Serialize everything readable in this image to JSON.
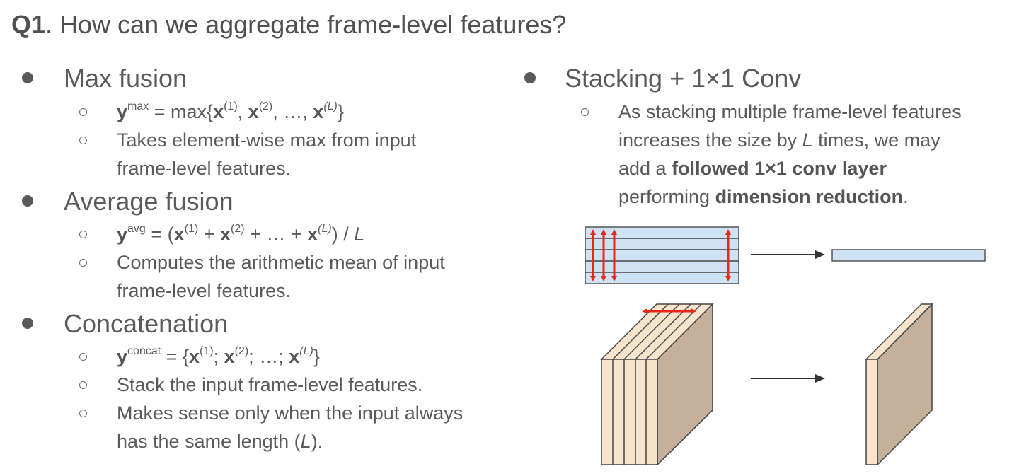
{
  "title": {
    "prefix": "Q1",
    "text": ". How can we aggregate frame-level features?"
  },
  "left": {
    "max_fusion": {
      "heading": "Max fusion",
      "formula": {
        "y": "y",
        "sup": "max",
        "eq": " = max{",
        "x": "x",
        "s1": "(1)",
        "s2": "(2)",
        "sL": "(L)",
        "sep": ", ",
        "dots": "…, ",
        "end": "}"
      },
      "desc_line1": "Takes element-wise max from input",
      "desc_line2": "frame-level features."
    },
    "average_fusion": {
      "heading": "Average fusion",
      "formula": {
        "y": "y",
        "sup": "avg",
        "eq": " = (",
        "x": "x",
        "s1": "(1)",
        "s2": "(2)",
        "sL": "(L)",
        "plus": " + ",
        "dots": "… + ",
        "end": ") / ",
        "L": "L"
      },
      "desc_line1": "Computes the arithmetic mean of input",
      "desc_line2": "frame-level features."
    },
    "concatenation": {
      "heading": "Concatenation",
      "formula": {
        "y": "y",
        "sup": "concat",
        "eq": " = {",
        "x": "x",
        "s1": "(1)",
        "s2": "(2)",
        "sL": "(L)",
        "sep": "; ",
        "dots": "…; ",
        "end": "}"
      },
      "desc1": "Stack the input frame-level features.",
      "desc2_line1": "Makes sense only when the input always",
      "desc2_line2_a": "has the same length (",
      "desc2_line2_L": "L",
      "desc2_line2_b": ")."
    }
  },
  "right": {
    "heading": "Stacking + 1×1 Conv",
    "p_line1": "As stacking multiple frame-level features",
    "p_line2_a": "increases the size by ",
    "p_line2_L": "L",
    "p_line2_b": " times, we may",
    "p_line3_a": "add a ",
    "p_line3_bold": "followed 1×1 conv layer",
    "p_line4_a": "performing ",
    "p_line4_bold": "dimension reduction",
    "p_line4_b": "."
  },
  "colors": {
    "text": "#5a5a5a",
    "stack_fill": "#cfe2f3",
    "arrow_red": "#e8271a",
    "slab_front": "#f8e4cc",
    "slab_side": "#c5b09c"
  }
}
